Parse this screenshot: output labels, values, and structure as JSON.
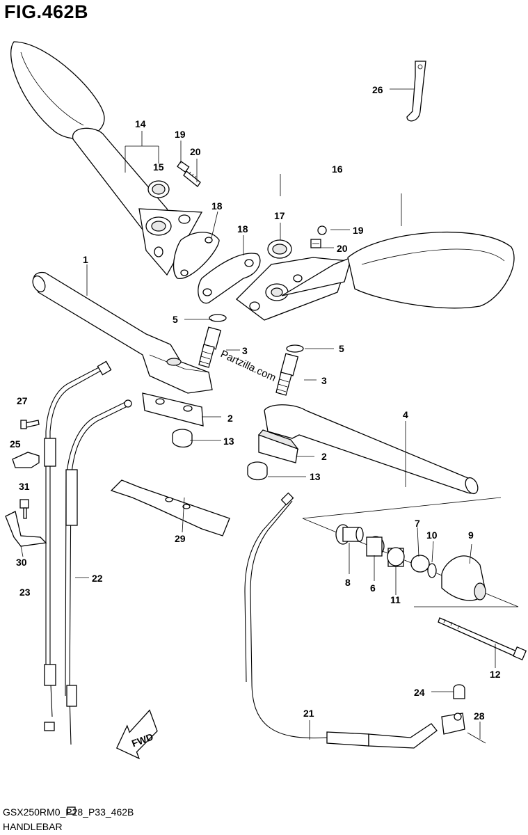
{
  "figure": {
    "title": "FIG.462B",
    "code": "GSX250RM0_P28_P33_462B",
    "name": "HANDLEBAR",
    "watermark": "Partzilla.com",
    "fwd_label": "FWD"
  },
  "callouts": [
    {
      "id": "c1",
      "text": "1"
    },
    {
      "id": "c2a",
      "text": "2"
    },
    {
      "id": "c2b",
      "text": "2"
    },
    {
      "id": "c3a",
      "text": "3"
    },
    {
      "id": "c3b",
      "text": "3"
    },
    {
      "id": "c4",
      "text": "4"
    },
    {
      "id": "c5a",
      "text": "5"
    },
    {
      "id": "c5b",
      "text": "5"
    },
    {
      "id": "c6",
      "text": "6"
    },
    {
      "id": "c7",
      "text": "7"
    },
    {
      "id": "c8",
      "text": "8"
    },
    {
      "id": "c9",
      "text": "9"
    },
    {
      "id": "c10",
      "text": "10"
    },
    {
      "id": "c11",
      "text": "11"
    },
    {
      "id": "c12",
      "text": "12"
    },
    {
      "id": "c13a",
      "text": "13"
    },
    {
      "id": "c13b",
      "text": "13"
    },
    {
      "id": "c14",
      "text": "14"
    },
    {
      "id": "c15",
      "text": "15"
    },
    {
      "id": "c16",
      "text": "16"
    },
    {
      "id": "c17",
      "text": "17"
    },
    {
      "id": "c18a",
      "text": "18"
    },
    {
      "id": "c18b",
      "text": "18"
    },
    {
      "id": "c19a",
      "text": "19"
    },
    {
      "id": "c19b",
      "text": "19"
    },
    {
      "id": "c20a",
      "text": "20"
    },
    {
      "id": "c20b",
      "text": "20"
    },
    {
      "id": "c21",
      "text": "21"
    },
    {
      "id": "c22",
      "text": "22"
    },
    {
      "id": "c23",
      "text": "23"
    },
    {
      "id": "c24",
      "text": "24"
    },
    {
      "id": "c25",
      "text": "25"
    },
    {
      "id": "c26",
      "text": "26"
    },
    {
      "id": "c27",
      "text": "27"
    },
    {
      "id": "c28",
      "text": "28"
    },
    {
      "id": "c29",
      "text": "29"
    },
    {
      "id": "c30",
      "text": "30"
    },
    {
      "id": "c31",
      "text": "31"
    }
  ]
}
